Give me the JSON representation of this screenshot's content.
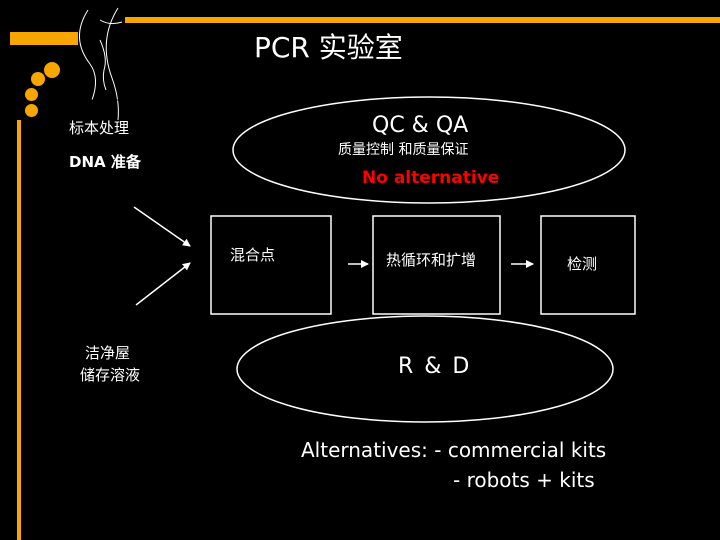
{
  "title": "PCR 实验室",
  "left_top": {
    "sample": "标本处理",
    "dna": "DNA 准备"
  },
  "qc": {
    "title": "QC & QA",
    "subtitle": "质量控制 和质量保证",
    "warning": "No alternative"
  },
  "flow": {
    "mix": "混合点",
    "cycle": "热循环和扩增",
    "detect": "检测"
  },
  "left_bottom": {
    "line1": "洁净屋",
    "line2": "储存溶液"
  },
  "rd": {
    "title": "R & D"
  },
  "alternatives": {
    "line1": "Alternatives: - commercial kits",
    "line2": "- robots + kits"
  },
  "colors": {
    "background": "#000000",
    "accent": "#f7a600",
    "text": "#ffffff",
    "warning": "#ff0000"
  }
}
